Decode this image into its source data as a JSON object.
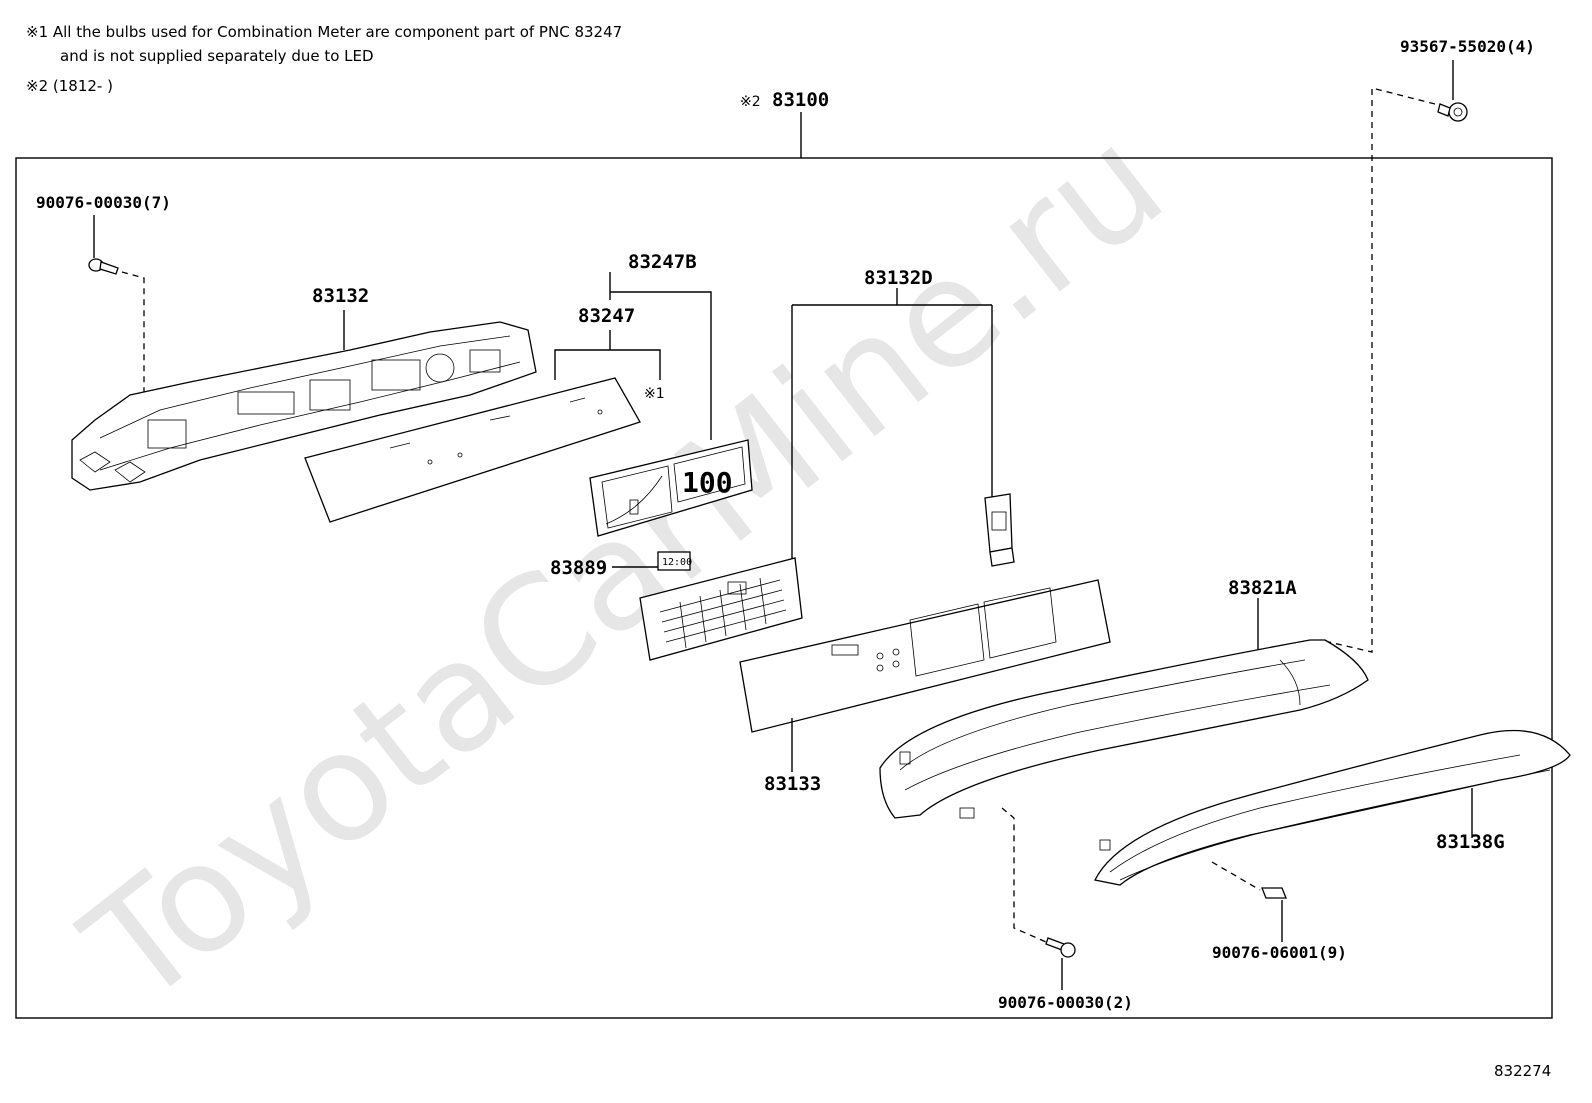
{
  "notes": {
    "note1_line1": "※1 All the bulbs used for Combination Meter are component part of PNC 83247",
    "note1_line2": "and is not supplied separately due to LED",
    "note2": "※2 (1812-      )"
  },
  "labels": {
    "assembly_prefix": "※2",
    "assembly": "83100",
    "bolt_top_right": "93567-55020(4)",
    "screw_top_left": "90076-00030(7)",
    "case": "83132",
    "plate_group": "83247B",
    "plate": "83247",
    "ref_note1": "※1",
    "holder_group": "83132D",
    "clock_display": "83889",
    "clock_display_text": "12:00",
    "board": "83133",
    "lens": "83821A",
    "glass": "83138G",
    "clip": "90076-06001(9)",
    "screw_bottom": "90076-00030(2)",
    "gauge_text": "100",
    "diagram_id": "832274"
  },
  "watermark": "ToyotaCarMine.ru"
}
